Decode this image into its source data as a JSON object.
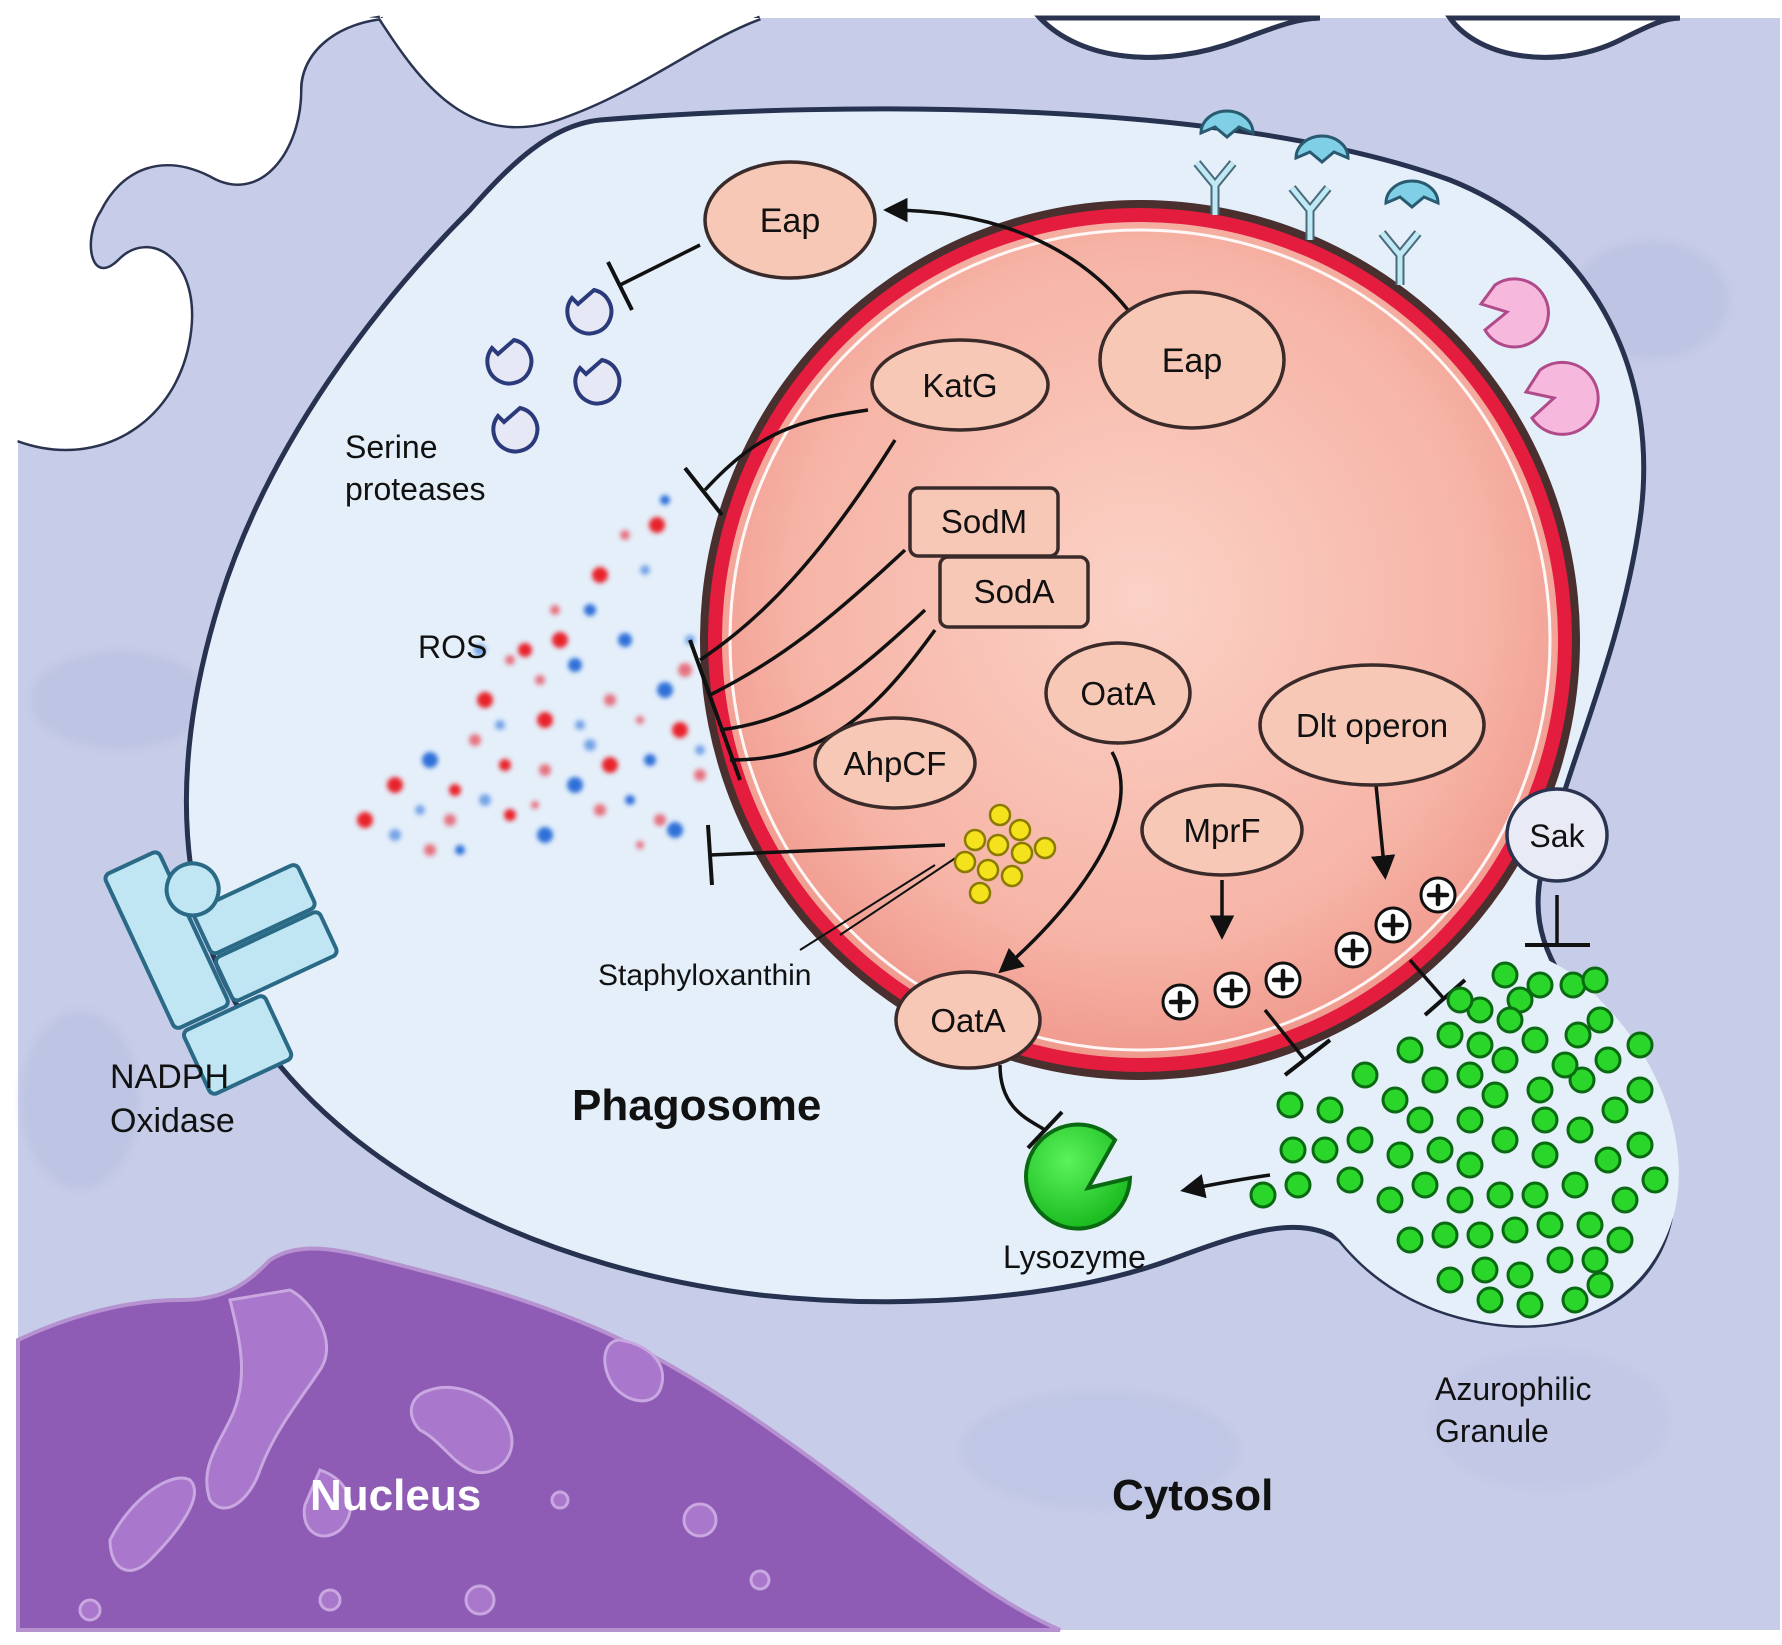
{
  "labels": {
    "eap_outer": "Eap",
    "eap_inner": "Eap",
    "katg": "KatG",
    "sodm": "SodM",
    "soda": "SodA",
    "oata_inner": "OatA",
    "oata_outer": "OatA",
    "dlt": "Dlt operon",
    "ahpcf": "AhpCF",
    "mprf": "MprF",
    "sak": "Sak",
    "ros": "ROS",
    "serine_line1": "Serine",
    "serine_line2": "proteases",
    "staph": "Staphyloxanthin",
    "nadph_line1": "NADPH",
    "nadph_line2": "Oxidase",
    "phagosome": "Phagosome",
    "lysozyme": "Lysozyme",
    "azuro_line1": "Azurophilic",
    "azuro_line2": "Granule",
    "nucleus": "Nucleus",
    "cytosol": "Cytosol"
  },
  "colors": {
    "cell": "#c6cbe6",
    "phagosome": "#e3effa",
    "bacterium": "#f6b6a8",
    "bacterium_ring": "#e41c3e",
    "protein_fill": "#f8c8b6",
    "granule": "#2bd62b",
    "nucleus": "#8e5bb3",
    "ros_red": "#e8202c",
    "ros_blue": "#2f6fd8",
    "antibody": "#7fd0e6",
    "complement": "#f6b8dc"
  },
  "icons": [
    "serine-protease-icon",
    "antibody-icon",
    "complement-icon",
    "nadph-oxidase-icon",
    "lysozyme-icon",
    "positive-charge-icon",
    "staphyloxanthin-icon"
  ]
}
